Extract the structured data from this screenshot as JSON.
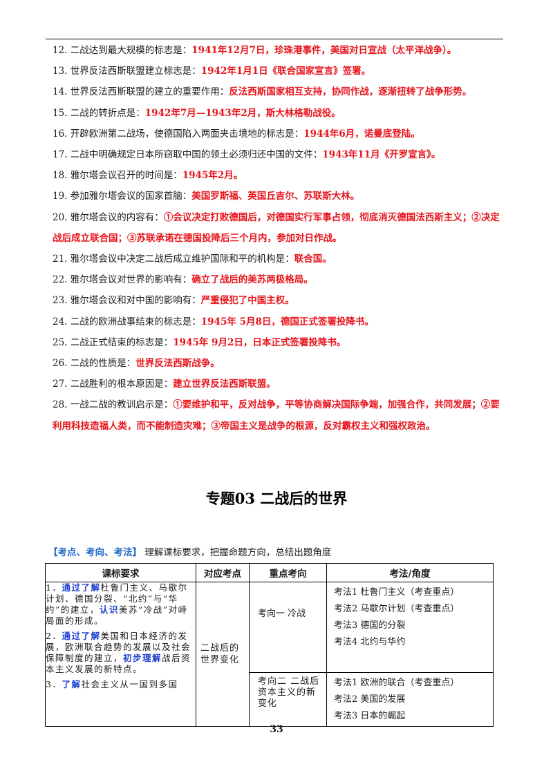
{
  "items": [
    {
      "num": "12.",
      "q": "二战达到最大规模的标志是：",
      "a": "1941年12月7日，珍珠港事件，美国对日宣战（太平洋战争）。"
    },
    {
      "num": "13.",
      "q": "世界反法西斯联盟建立标志是：",
      "a": "1942年1月1日《联合国家宣言》签署。"
    },
    {
      "num": "14.",
      "q": "世界反法西斯联盟的建立的重要作用：",
      "a": "反法西斯国家相互支持，协同作战，逐渐扭转了战争形势。"
    },
    {
      "num": "15.",
      "q": "二战的转折点是：",
      "a": "1942年7月—1943年2月，斯大林格勒战役。"
    },
    {
      "num": "16.",
      "q": "开辟欧洲第二战场，使德国陷入两面夹击境地的标志是：",
      "a": "1944年6月，诺曼底登陆。"
    },
    {
      "num": "17.",
      "q": "二战中明确规定日本所窃取中国的领土必须归还中国的文件：",
      "a": "1943年11月《开罗宣言》。"
    },
    {
      "num": "18.",
      "q": "雅尔塔会议召开的时间是：",
      "a": "1945年2月。"
    },
    {
      "num": "19.",
      "q": "参加雅尔塔会议的国家首脑：",
      "a": "美国罗斯福、英国丘吉尔、苏联斯大林。"
    },
    {
      "num": "20.",
      "q": "雅尔塔会议的内容有：",
      "a": "①会议决定打败德国后，对德国实行军事占领，彻底消灭德国法西斯主义；②决定战后成立联合国；③苏联承诺在德国投降后三个月内，参加对日作战。"
    },
    {
      "num": "21.",
      "q": "雅尔塔会议中决定二战后成立维护国际和平的机构是：",
      "a": "联合国。"
    },
    {
      "num": "22.",
      "q": "雅尔塔会议对世界的影响有：",
      "a": "确立了战后的美苏两极格局。"
    },
    {
      "num": "23.",
      "q": "雅尔塔会议和对中国的影响有：",
      "a": "严重侵犯了中国主权。"
    },
    {
      "num": "24.",
      "q": "二战的欧洲战事结束的标志是：",
      "a": "1945年 5月8日，德国正式签署投降书。"
    },
    {
      "num": "25.",
      "q": "二战正式结束的标志是：",
      "a": "1945年 9月2日，日本正式签署投降书。"
    },
    {
      "num": "26.",
      "q": "二战的性质是：",
      "a": "世界反法西斯战争。"
    },
    {
      "num": "27.",
      "q": "二战胜利的根本原因是：",
      "a": "建立世界反法西斯联盟。"
    },
    {
      "num": "28.",
      "q": "一战二战的教训启示是：",
      "a": "①要维护和平，反对战争，平等协商解决国际争端，加强合作，共同发展；②要利用科技造福人类，而不能制造灾难；③帝国主义是战争的根源，反对霸权主义和强权政治。"
    }
  ],
  "section_title": "专题03  二战后的世界",
  "kx": {
    "tag": "【考点、考向、考法】",
    "desc": "理解课标要求，把握命题方向，总结出题角度"
  },
  "table": {
    "headers": [
      "课标要求",
      "对应考点",
      "重点考向",
      "考法/角度"
    ],
    "requirements": [
      {
        "n": "1．",
        "verb": "通过了解",
        "rest": "杜鲁门主义、马歇尔计划、德国分裂、“北约”与“华约”的建立，",
        "verb2": "认识",
        "rest2": "美苏“冷战”对峙局面的形成。"
      },
      {
        "n": "2．",
        "verb": "通过了解",
        "rest": "美国和日本经济的发展，欧洲联合趋势的发展以及社会保障制度的建立，",
        "verb2": "初步理解",
        "rest2": "战后资本主义发展的新特点。"
      },
      {
        "n": "3．",
        "verb": "了解",
        "rest": "社会主义从一国到多国",
        "verb2": "",
        "rest2": ""
      }
    ],
    "topic": "二战后的世界变化",
    "directions": [
      "考向一 冷战",
      "考向二 二战后资本主义的新变化"
    ],
    "methods1": [
      "考法1 杜鲁门主义（考查重点）",
      "考法2 马歇尔计划（考查重点）",
      "考法3 德国的分裂",
      "考法4 北约与华约"
    ],
    "methods2": [
      "考法1 欧洲的联合（考查重点）",
      "考法2 美国的发展",
      "考法3 日本的崛起"
    ]
  },
  "page_number": "33"
}
